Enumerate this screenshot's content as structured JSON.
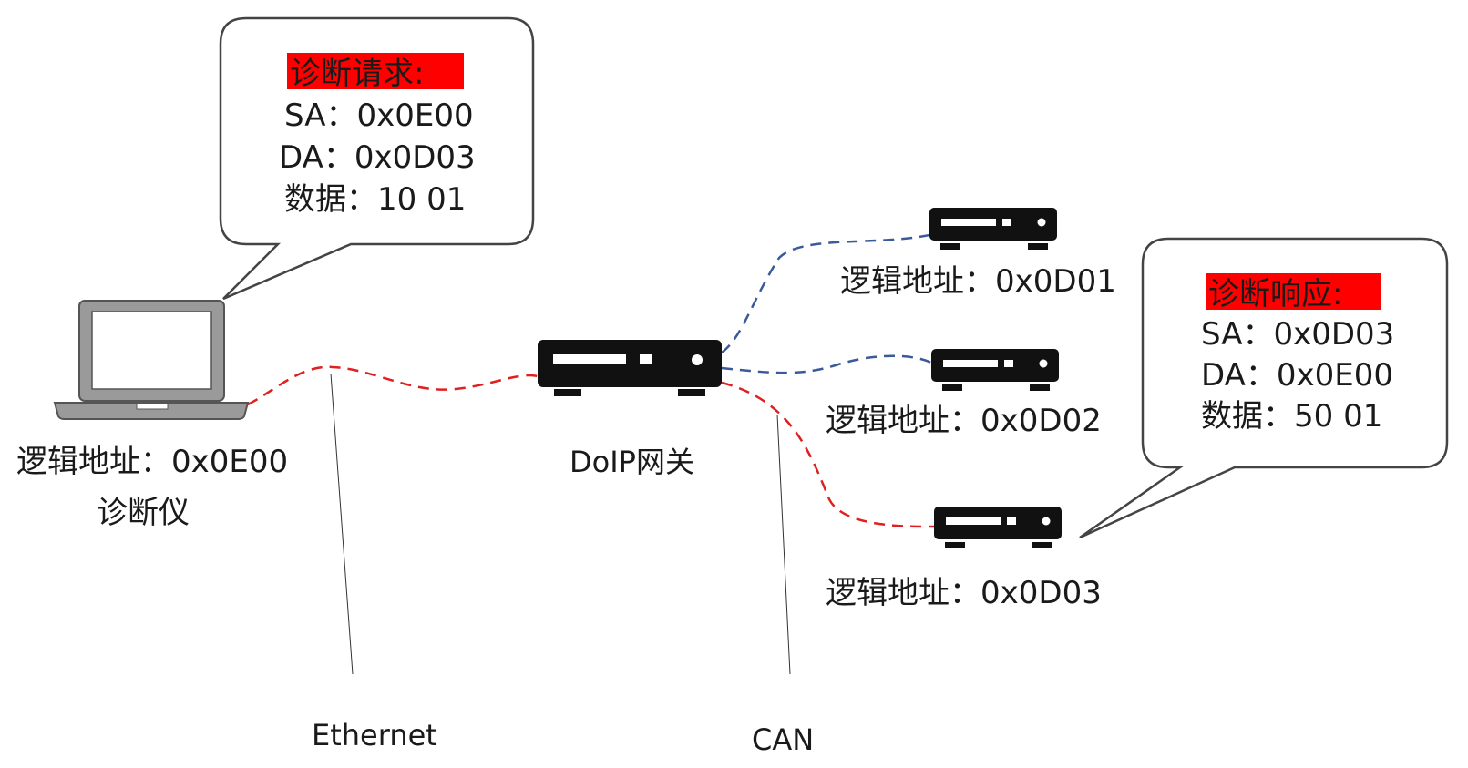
{
  "request_bubble": {
    "heading": "诊断请求:",
    "sa": "SA：0x0E00",
    "da": "DA：0x0D03",
    "data": "数据：10 01"
  },
  "response_bubble": {
    "heading": "诊断响应:",
    "sa": "SA：0x0D03",
    "da": "DA：0x0E00",
    "data": "数据：50 01"
  },
  "tester": {
    "address": "逻辑地址：0x0E00",
    "name": "诊断仪"
  },
  "gateway": {
    "name": "DoIP网关"
  },
  "ecus": [
    {
      "address": "逻辑地址：0x0D01"
    },
    {
      "address": "逻辑地址：0x0D02"
    },
    {
      "address": "逻辑地址：0x0D03"
    }
  ],
  "buses": {
    "ethernet": "Ethernet",
    "can": "CAN"
  },
  "colors": {
    "highlight": "#ff0000",
    "request_path": "#e02020",
    "can_bus": "#3a5a9a",
    "device": "#111111",
    "laptop_body": "#9a9a9a"
  }
}
